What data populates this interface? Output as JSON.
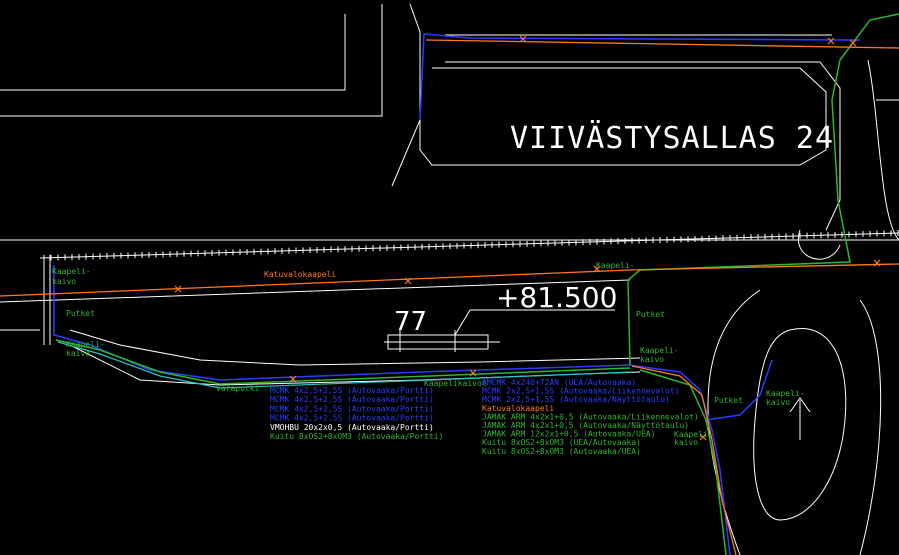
{
  "drawing": {
    "title": "VIIVÄSTYSALLAS 24",
    "elevation": "+81.500",
    "plot_number": "77",
    "colors": {
      "white": "#ffffff",
      "blue": "#2a3cff",
      "green": "#2fb52f",
      "orange": "#ff7a1a",
      "cyan": "#29c4c4"
    }
  },
  "labels": {
    "kaapelikaivo_left": [
      "Kaapeli-",
      "kaivo"
    ],
    "putket_left": "Putket",
    "kaapeli_left": [
      "Kaapeli-",
      "kaivo"
    ],
    "katuvalokaapeli": "Katuvalokaapeli",
    "kaapeli_top_right": "Kaapeli-",
    "putket_mid": "Putket",
    "kaapeli_mid": [
      "Kaapeli-",
      "kaivo"
    ],
    "varaputki": "Varaputki",
    "kaapelikaivot": "Kaapelikaivot",
    "putket_right": "Putket",
    "kaapeli_right": [
      "Kaapeli-",
      "kaivo"
    ],
    "kaapeli_right2": [
      "Kaapeli-",
      "kaivo"
    ]
  },
  "cable_list_left": [
    {
      "text": "MCMK 4x2,5+2,5S (Autovaaka/Portti)",
      "color": "blue"
    },
    {
      "text": "MCMK 4x2,5+2,5S (Autovaaka/Portti)",
      "color": "blue"
    },
    {
      "text": "MCMK 4x2,5+2,5S (Autovaaka/Portti)",
      "color": "blue"
    },
    {
      "text": "MCMK 4x2,5+2,5S (Autovaaka/Portti)",
      "color": "blue"
    },
    {
      "text": "VMOHBU 20x2x0,5 (Autovaaka/Portti)",
      "color": "white"
    },
    {
      "text": "Kuitu 8xOS2+8xOM3 (Autovaaka/Portti)",
      "color": "green"
    }
  ],
  "cable_list_right": [
    {
      "text": "AMCMK 4x240+72AN (UEA/Autovaaka)",
      "color": "blue"
    },
    {
      "text": "MCMK 2x2,5+1,5S (Autovaaka/Liikennevalot)",
      "color": "blue"
    },
    {
      "text": "MCMK 2x2,5+1,5S (Autovaaka/Näyttötaulu)",
      "color": "blue"
    },
    {
      "text": "Katuvalokaapeli",
      "color": "orange"
    },
    {
      "text": "JAMAK ARM 4x2x1+0,5 (Autovaaka/Liikennevalot)",
      "color": "green"
    },
    {
      "text": "JAMAK ARM 4x2x1+0,5 (Autovaaka/Näyttötaulu)",
      "color": "green"
    },
    {
      "text": "JAMAK ARM 12x2x1+0,5 (Autovaaka/UEA)",
      "color": "green"
    },
    {
      "text": "Kuitu 8xOS2+8xOM3 (UEA/Autovaaka)",
      "color": "green"
    },
    {
      "text": "Kuitu 8xOS2+8xOM3 (Autovaaka/UEA)",
      "color": "green"
    }
  ]
}
